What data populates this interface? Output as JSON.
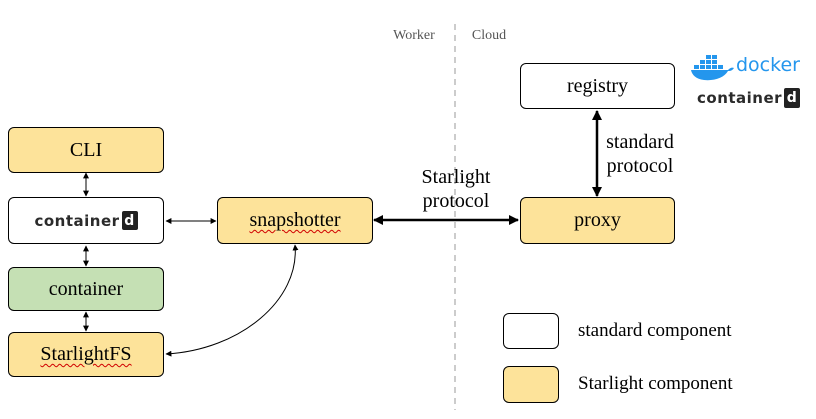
{
  "regions": {
    "worker": "Worker",
    "cloud": "Cloud"
  },
  "boxes": {
    "cli": "CLI",
    "containerd": "container",
    "containerd_block": "d",
    "container": "container",
    "starlightfs": "StarlightFS",
    "snapshotter": "snapshotter",
    "proxy": "proxy",
    "registry": "registry"
  },
  "labels": {
    "starlight_protocol_line1": "Starlight",
    "starlight_protocol_line2": "protocol",
    "standard_protocol_line1": "standard",
    "standard_protocol_line2": "protocol"
  },
  "logos": {
    "docker": "docker",
    "containerd_text": "container",
    "containerd_block": "d"
  },
  "legend": {
    "standard": "standard component",
    "starlight": "Starlight component"
  },
  "colors": {
    "starlight": "#fde39a",
    "container": "#c5e0b4",
    "docker": "#2496ed"
  }
}
